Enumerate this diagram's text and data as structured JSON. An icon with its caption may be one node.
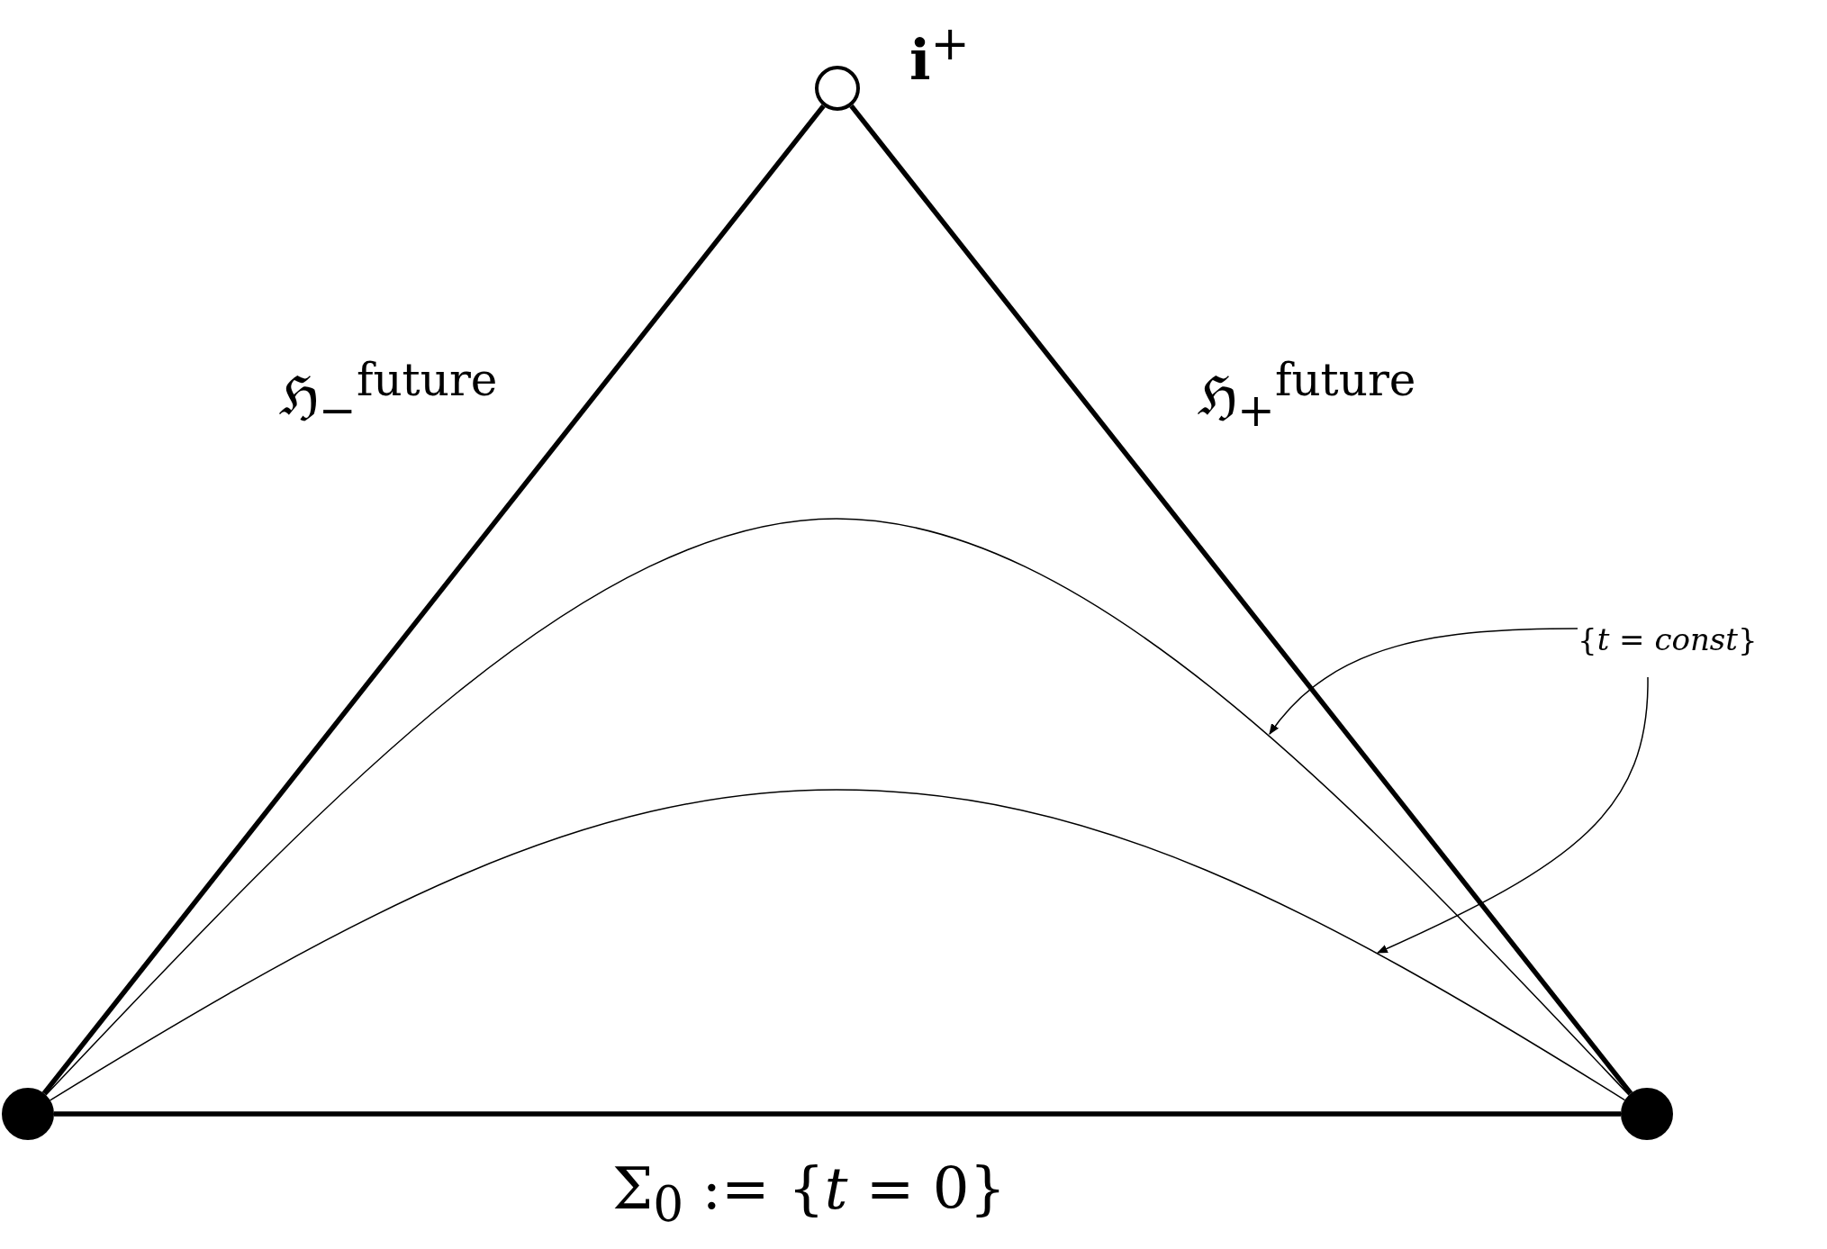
{
  "diagram": {
    "nodes": [
      {
        "text": [],
        "shape": "circle",
        "beside": [
          "**i**$^{+}$"
        ]
      },
      {
        "text": [],
        "shape": "circle"
      },
      {
        "text": [],
        "shape": "circle"
      },
      {
        "text": [
          "{*t* = *const*}"
        ]
      }
    ],
    "edges": [
      {
        "from": 1,
        "to": 0,
        "arrow": "none",
        "label": "ℌ$_{−}$$^{future}$",
        "style": "thick"
      },
      {
        "from": 2,
        "to": 0,
        "arrow": "none",
        "label": "ℌ$_{+}$$^{future}$",
        "style": "thick"
      },
      {
        "from": 1,
        "to": 2,
        "arrow": "none",
        "label": "Σ$_{0}$ := {*t* = 0}",
        "style": "thick"
      },
      {
        "from": 1,
        "to": 2,
        "arrow": "none"
      },
      {
        "from": 1,
        "to": 2,
        "arrow": "none"
      },
      {
        "from": 3,
        "to": null,
        "arrow": "to"
      },
      {
        "from": 3,
        "to": null,
        "arrow": "to"
      }
    ]
  }
}
